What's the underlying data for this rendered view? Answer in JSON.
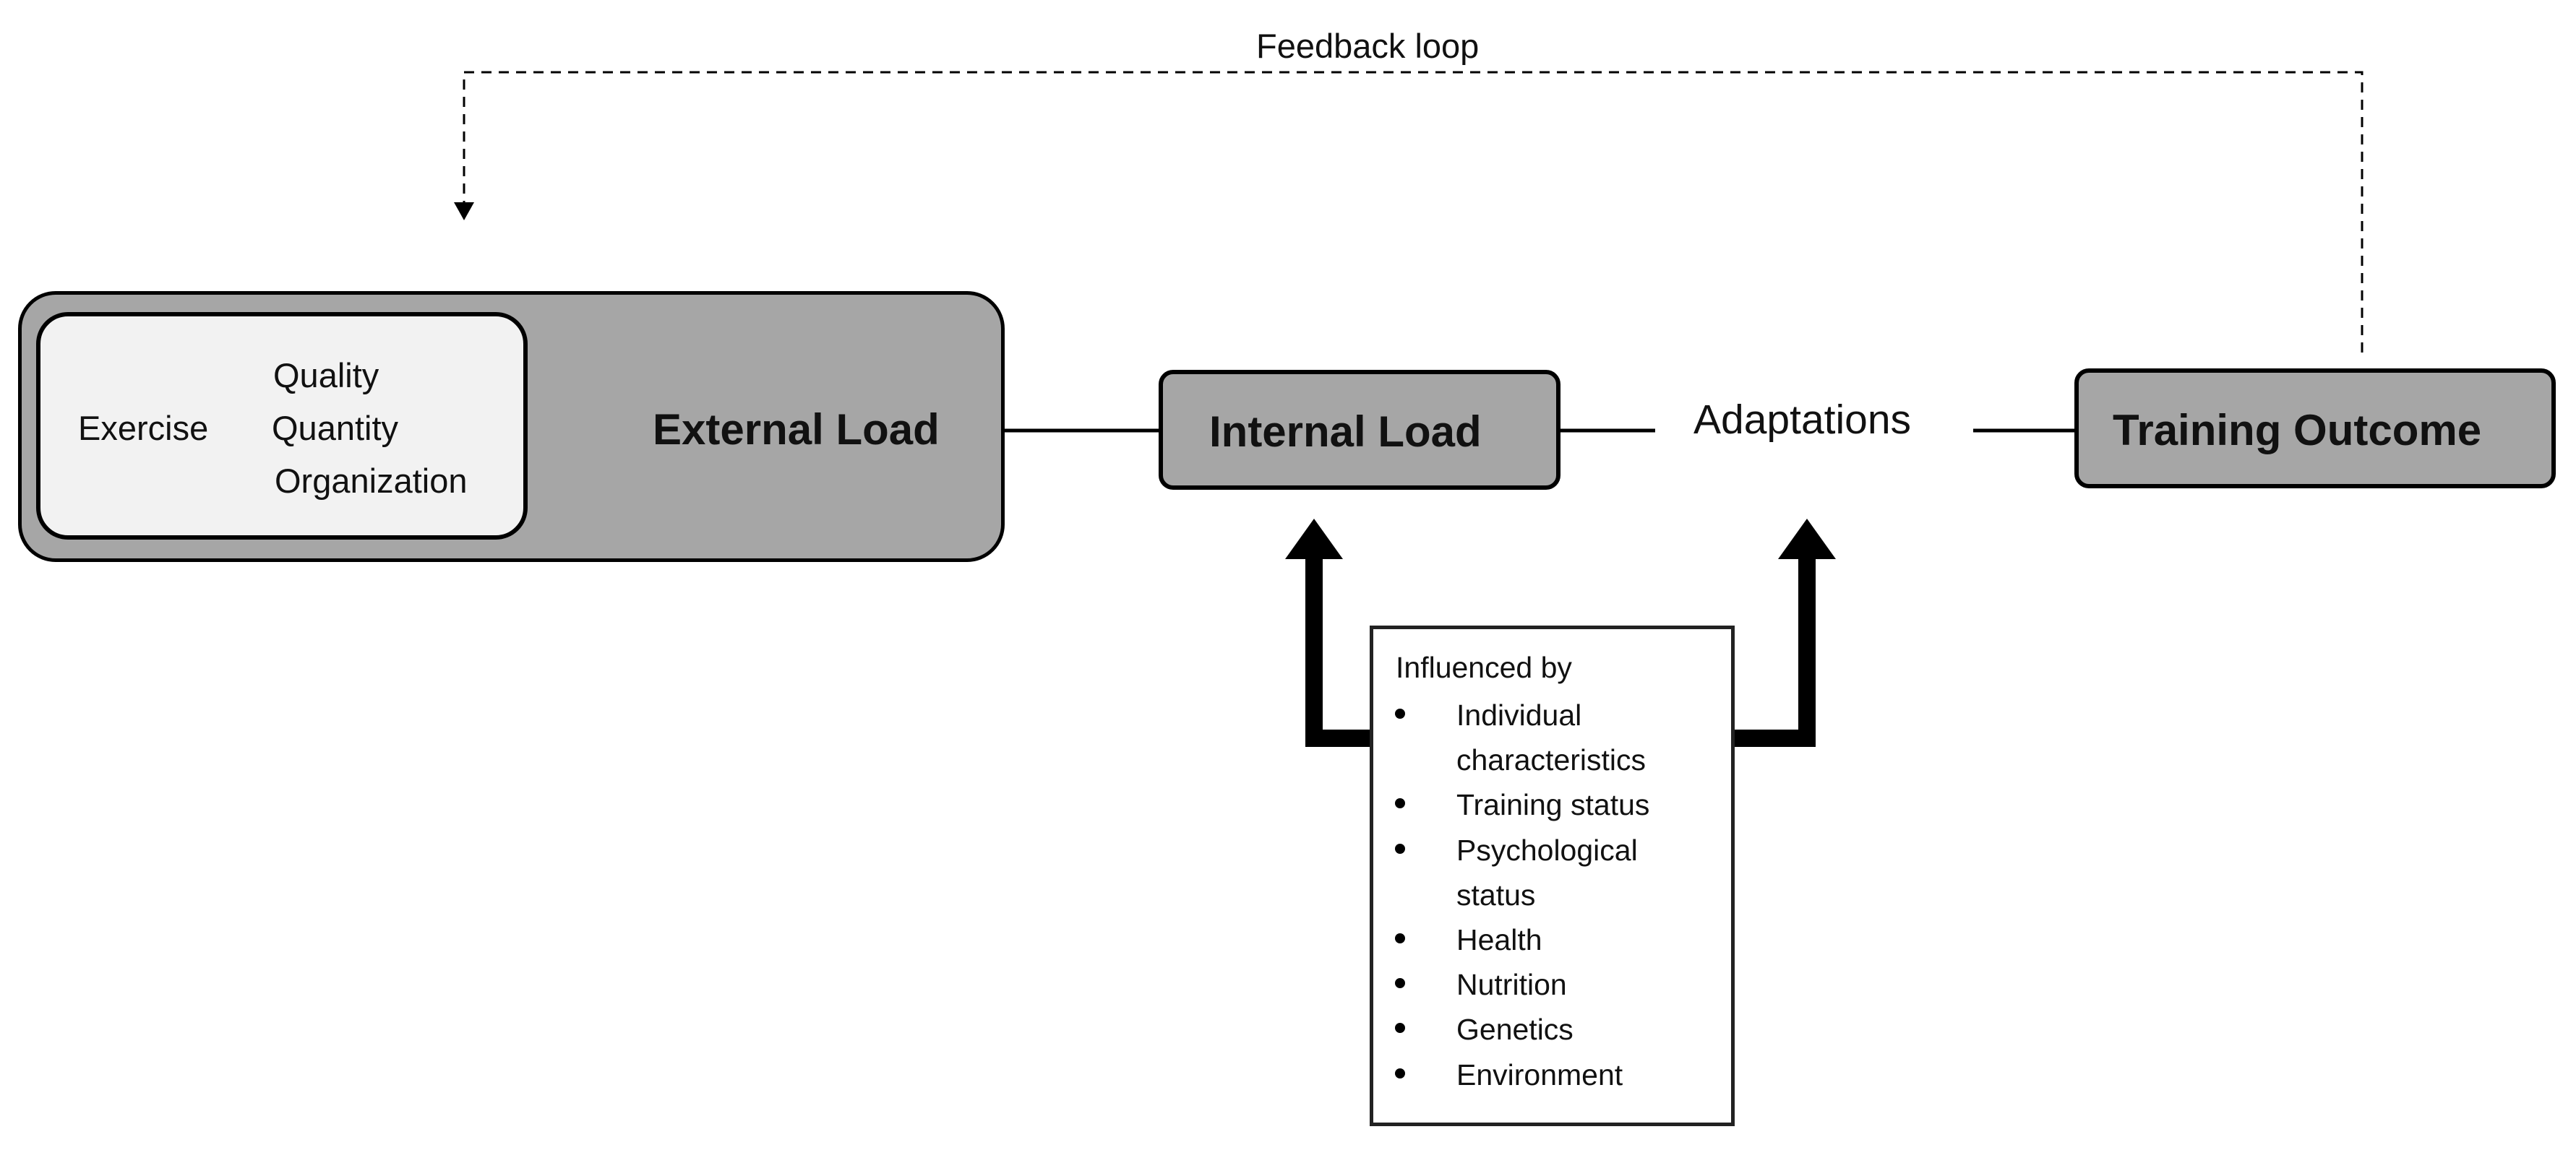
{
  "feedback": {
    "label": "Feedback loop"
  },
  "external": {
    "exercise": "Exercise",
    "items": [
      "Quality",
      "Quantity",
      "Organization"
    ],
    "title": "External Load"
  },
  "internal": {
    "title": "Internal Load"
  },
  "adaptations": {
    "label": "Adaptations"
  },
  "outcome": {
    "title": "Training Outcome"
  },
  "influences": {
    "heading": "Influenced by",
    "items": [
      {
        "line1": "Individual",
        "line2": "characteristics"
      },
      {
        "line1": "Training status"
      },
      {
        "line1": "Psychological",
        "line2": "status"
      },
      {
        "line1": "Health"
      },
      {
        "line1": "Nutrition"
      },
      {
        "line1": "Genetics"
      },
      {
        "line1": "Environment"
      }
    ]
  }
}
